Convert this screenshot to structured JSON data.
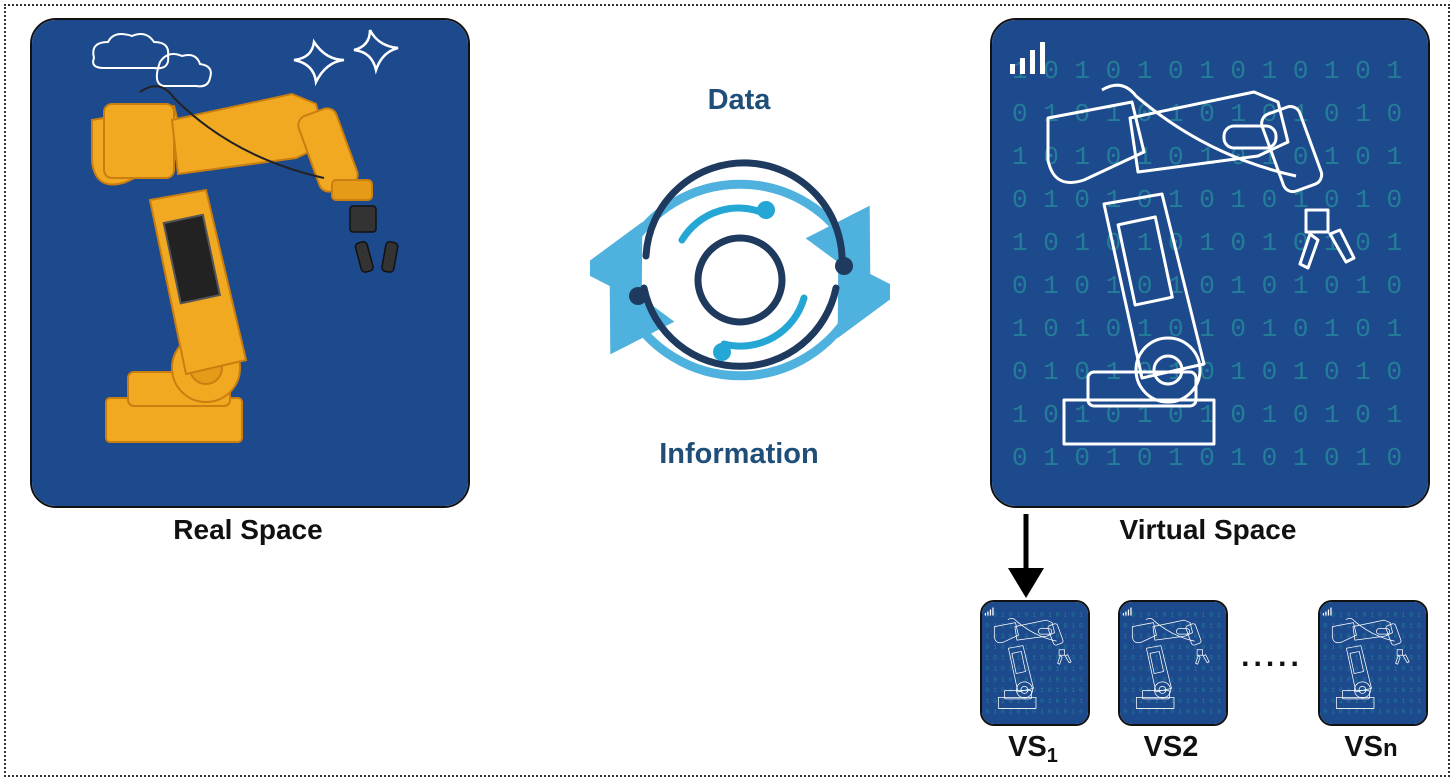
{
  "diagram": {
    "real_space": {
      "caption": "Real Space"
    },
    "virtual_space": {
      "caption": "Virtual Space",
      "binary_rows": [
        "1 0 1 0 1 0 1 0 1 0 1 0 1",
        "0 1 0 1 0 1 0 1 0 1 0 1 0",
        "1 0 1 0 1 0 1 0 1 0 1 0 1",
        "0 1 0 1 0 1 0 1 0 1 0 1 0",
        "1 0 1 0 1 0 1 0 1 0 1 0 1",
        "0 1 0 1 0 1 0 1 0 1 0 1 0",
        "1 0 1 0 1 0 1 0 1 0 1 0 1",
        "0 1 0 1 0 1 0 1 0 1 0 1 0",
        "1 0 1 0 1 0 1 0 1 0 1 0 1",
        "0 1 0 1 0 1 0 1 0 1 0 1 0"
      ]
    },
    "flow": {
      "top_label": "Data",
      "bottom_label": "Information"
    },
    "instances": [
      {
        "prefix": "VS",
        "subscript": "1"
      },
      {
        "prefix": "VS",
        "subscript": "2"
      },
      {
        "prefix": "VS",
        "subscript": "n"
      }
    ],
    "ellipsis": "....."
  },
  "colors": {
    "panel_bg": "#1d4a8c",
    "robot_orange": "#f2a922",
    "robot_orange_dark": "#c97e10",
    "outline_white": "#ffffff",
    "binary_teal": "#2aa7a3",
    "arrow_light_blue": "#4fb1dd",
    "ring_navy": "#1f3a5f",
    "ring_cyan": "#25a7d6",
    "label_navy": "#1f4e79"
  }
}
